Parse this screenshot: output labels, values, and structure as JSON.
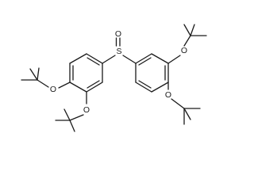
{
  "molecule": {
    "atoms": {
      "sulfur": "S",
      "sulfinyl_oxygen": "O",
      "left_ring_oxygen_para": "O",
      "left_ring_oxygen_meta": "O",
      "right_ring_oxygen_meta": "O",
      "right_ring_oxygen_para": "O"
    }
  },
  "colors": {
    "bond": "#1a1a1a",
    "label": "#1a1a1a",
    "background": "#ffffff"
  }
}
